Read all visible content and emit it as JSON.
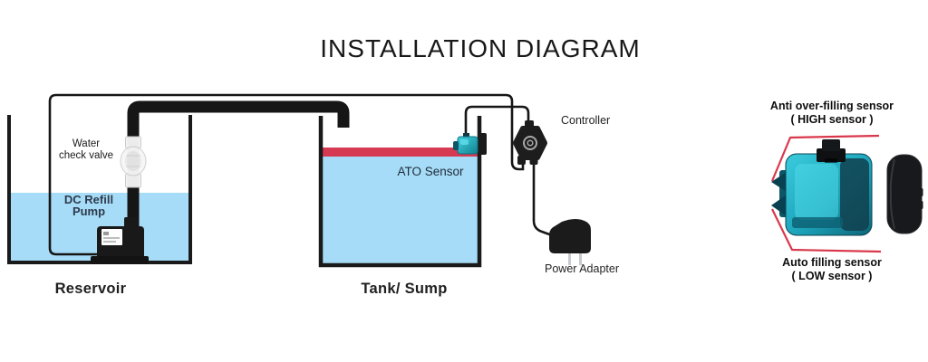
{
  "title": "INSTALLATION DIAGRAM",
  "reservoir": {
    "label": "Reservoir",
    "valve_label": {
      "line1": "Water",
      "line2": "check valve"
    },
    "pump_label": {
      "line1": "DC Refill",
      "line2": "Pump"
    }
  },
  "tank": {
    "label": "Tank/ Sump",
    "sensor_label": "ATO Sensor"
  },
  "controller": {
    "label": "Controller"
  },
  "power_adapter": {
    "label": "Power Adapter"
  },
  "product": {
    "high_sensor": {
      "line1": "Anti over-filling sensor",
      "line2": "( HIGH sensor )"
    },
    "low_sensor": {
      "line1": "Auto filling sensor",
      "line2": "( LOW sensor )"
    }
  },
  "colors": {
    "water": "#a6dcf7",
    "water_level_line": "#d53a52",
    "leader_line": "#d9384a",
    "tube_black": "#161616",
    "device_teal": "#28bfd2",
    "pump_label_text": "#2d3a4c"
  }
}
